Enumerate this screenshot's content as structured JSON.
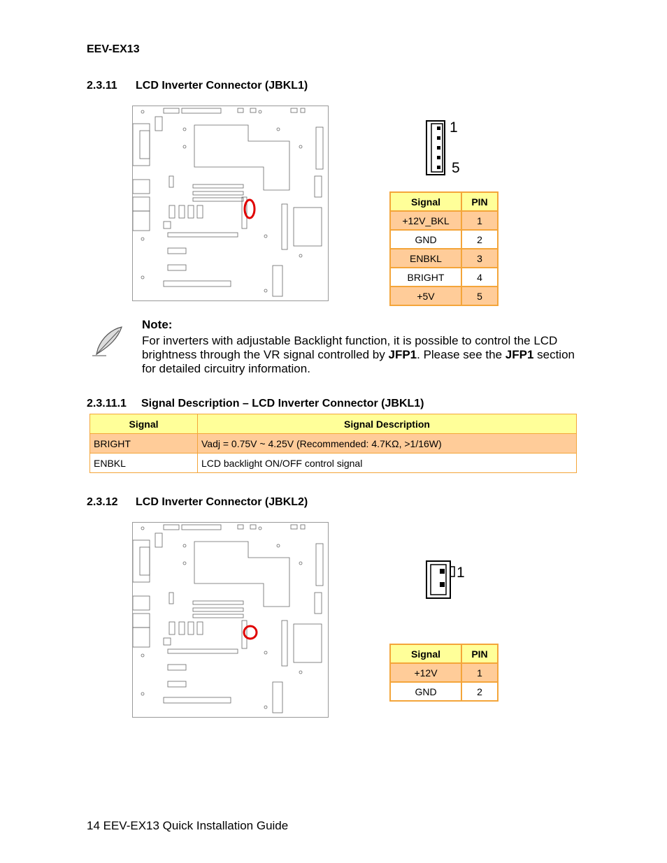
{
  "header": {
    "product": "EEV-EX13"
  },
  "section1": {
    "number": "2.3.11",
    "title": "LCD Inverter Connector (JBKL1)",
    "pin_labels": {
      "first": "1",
      "last": "5"
    },
    "table": {
      "headers": [
        "Signal",
        "PIN"
      ],
      "rows": [
        {
          "signal": "+12V_BKL",
          "pin": "1"
        },
        {
          "signal": "GND",
          "pin": "2"
        },
        {
          "signal": "ENBKL",
          "pin": "3"
        },
        {
          "signal": "BRIGHT",
          "pin": "4"
        },
        {
          "signal": "+5V",
          "pin": "5"
        }
      ]
    }
  },
  "note": {
    "title": "Note:",
    "text_before": "For inverters with adjustable Backlight function, it is possible to control the LCD brightness through the VR signal controlled by ",
    "bold1": "JFP1",
    "text_middle": ". Please see the ",
    "bold2": "JFP1",
    "text_after": " section for detailed circuitry information."
  },
  "section1_1": {
    "number": "2.3.11.1",
    "title": "Signal Description – LCD Inverter Connector (JBKL1)",
    "headers": [
      "Signal",
      "Signal Description"
    ],
    "rows": [
      {
        "signal": "BRIGHT",
        "description": "Vadj = 0.75V ~ 4.25V (Recommended: 4.7KΩ, >1/16W)"
      },
      {
        "signal": "ENBKL",
        "description": "LCD backlight ON/OFF control signal"
      }
    ]
  },
  "section2": {
    "number": "2.3.12",
    "title": "LCD Inverter Connector (JBKL2)",
    "pin_label": "1",
    "table": {
      "headers": [
        "Signal",
        "PIN"
      ],
      "rows": [
        {
          "signal": "+12V",
          "pin": "1"
        },
        {
          "signal": "GND",
          "pin": "2"
        }
      ]
    }
  },
  "footer": {
    "text": "14 EEV-EX13 Quick Installation Guide"
  },
  "colors": {
    "header_yellow": "#ffff99",
    "row_orange": "#ffcc99",
    "border": "#f4a53a",
    "highlight": "#e00000"
  }
}
